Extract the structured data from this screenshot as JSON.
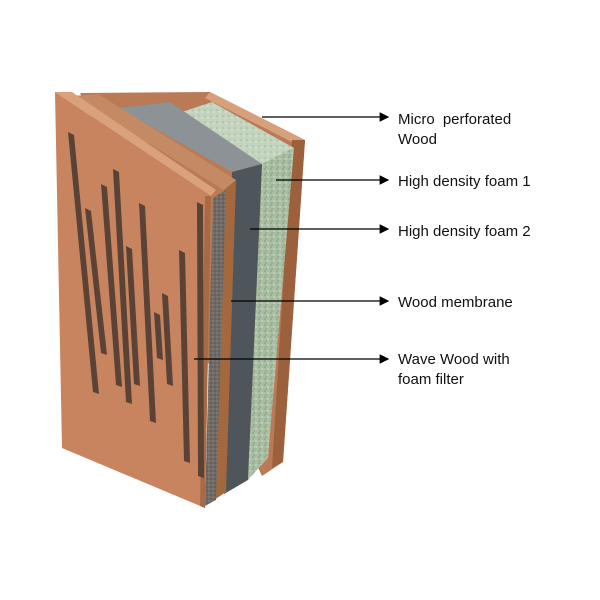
{
  "diagram": {
    "labels": [
      {
        "lines": [
          "Micro perforated",
          "Wood"
        ]
      },
      {
        "lines": [
          "High density foam 1"
        ]
      },
      {
        "lines": [
          "High density foam 2"
        ]
      },
      {
        "lines": [
          "Wood membrane"
        ]
      },
      {
        "lines": [
          "Wave Wood with",
          "foam filter"
        ]
      }
    ]
  },
  "colors": {
    "wood_face": "#c8845e",
    "wood_edge": "#a86a45",
    "wood_back": "#b87650",
    "foam_green": "#a9bea3",
    "foam_grey": "#5c6468",
    "slot": "#5a4236",
    "arrow": "#000000"
  }
}
